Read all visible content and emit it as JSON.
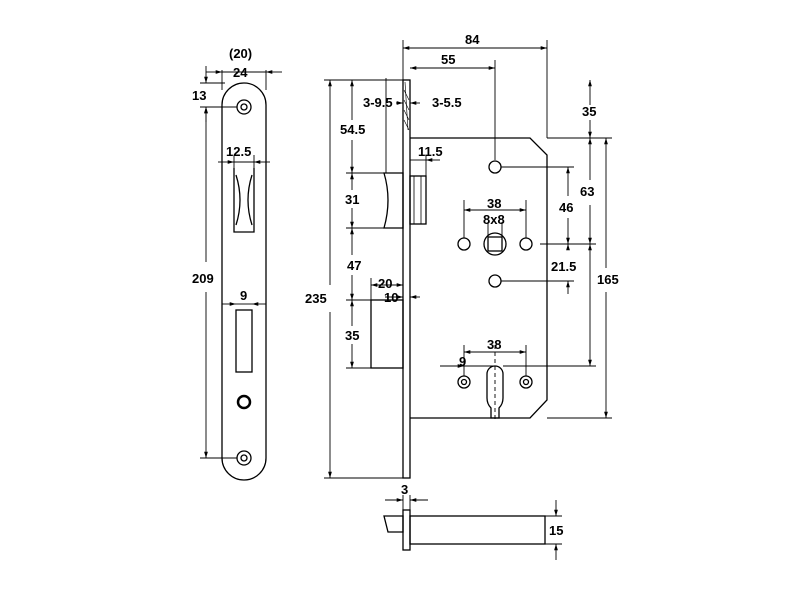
{
  "dimensions": {
    "faceplate_width_bracket": "(20)",
    "faceplate_width": "24",
    "hole_offset": "13",
    "latch_cutout_width": "12.5",
    "faceplate_length": "209",
    "bolt_cutout_width": "9",
    "overall_depth": "84",
    "backset": "55",
    "latch_proj_a": "3-9.5",
    "latch_proj_b": "3-5.5",
    "top_to_latch": "54.5",
    "latch_offset": "11.5",
    "latch_height": "31",
    "spindle_to_cylinder_gap": "47",
    "bolt_proj": "20",
    "bolt_offset": "10",
    "bolt_height": "35",
    "overall_height": "235",
    "case_top_offset": "35",
    "case_to_spindle": "63",
    "hole_to_spindle": "46",
    "spindle_hole_spacing": "38",
    "spindle_square": "8x8",
    "spindle_to_lower_hole": "21.5",
    "case_height": "165",
    "cylinder_hole_spacing": "38",
    "cylinder_offset": "9",
    "thickness": "3",
    "case_thickness": "15"
  }
}
